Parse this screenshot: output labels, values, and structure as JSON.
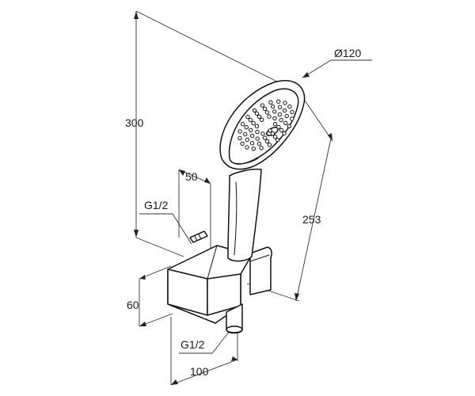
{
  "dimensions": {
    "shower_diameter": "Ø120",
    "total_height": "300",
    "head_height": "253",
    "holder_offset": "50",
    "thread_top": "G1/2",
    "holder_height": "60",
    "thread_bottom": "G1/2",
    "total_width": "100"
  },
  "colors": {
    "line": "#111111",
    "dimension": "#333333",
    "background": "#ffffff"
  }
}
